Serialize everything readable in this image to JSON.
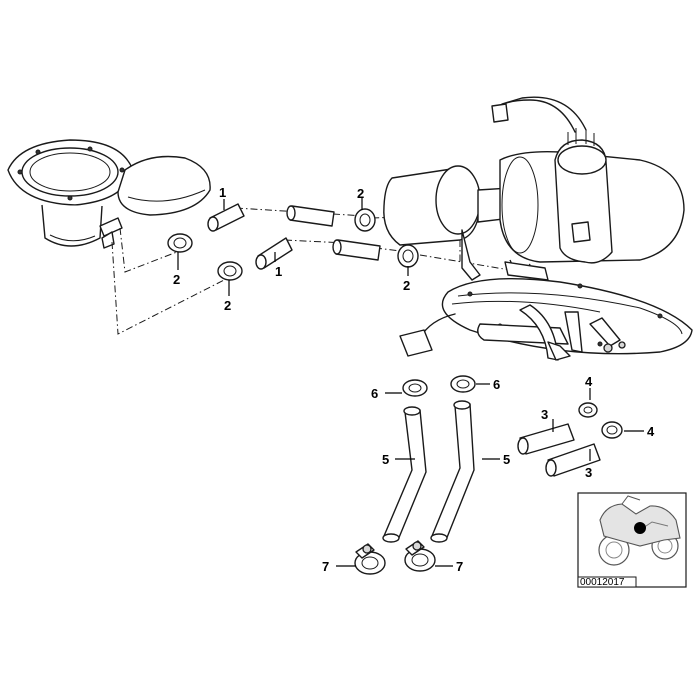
{
  "callouts": {
    "c1a": "1",
    "c1b": "1",
    "c2a": "2",
    "c2b": "2",
    "c2c": "2",
    "c2d": "2",
    "c3a": "3",
    "c3b": "3",
    "c4a": "4",
    "c4b": "4",
    "c5a": "5",
    "c5b": "5",
    "c6a": "6",
    "c6b": "6",
    "c7a": "7",
    "c7b": "7"
  },
  "inset": {
    "code": "00012017"
  }
}
